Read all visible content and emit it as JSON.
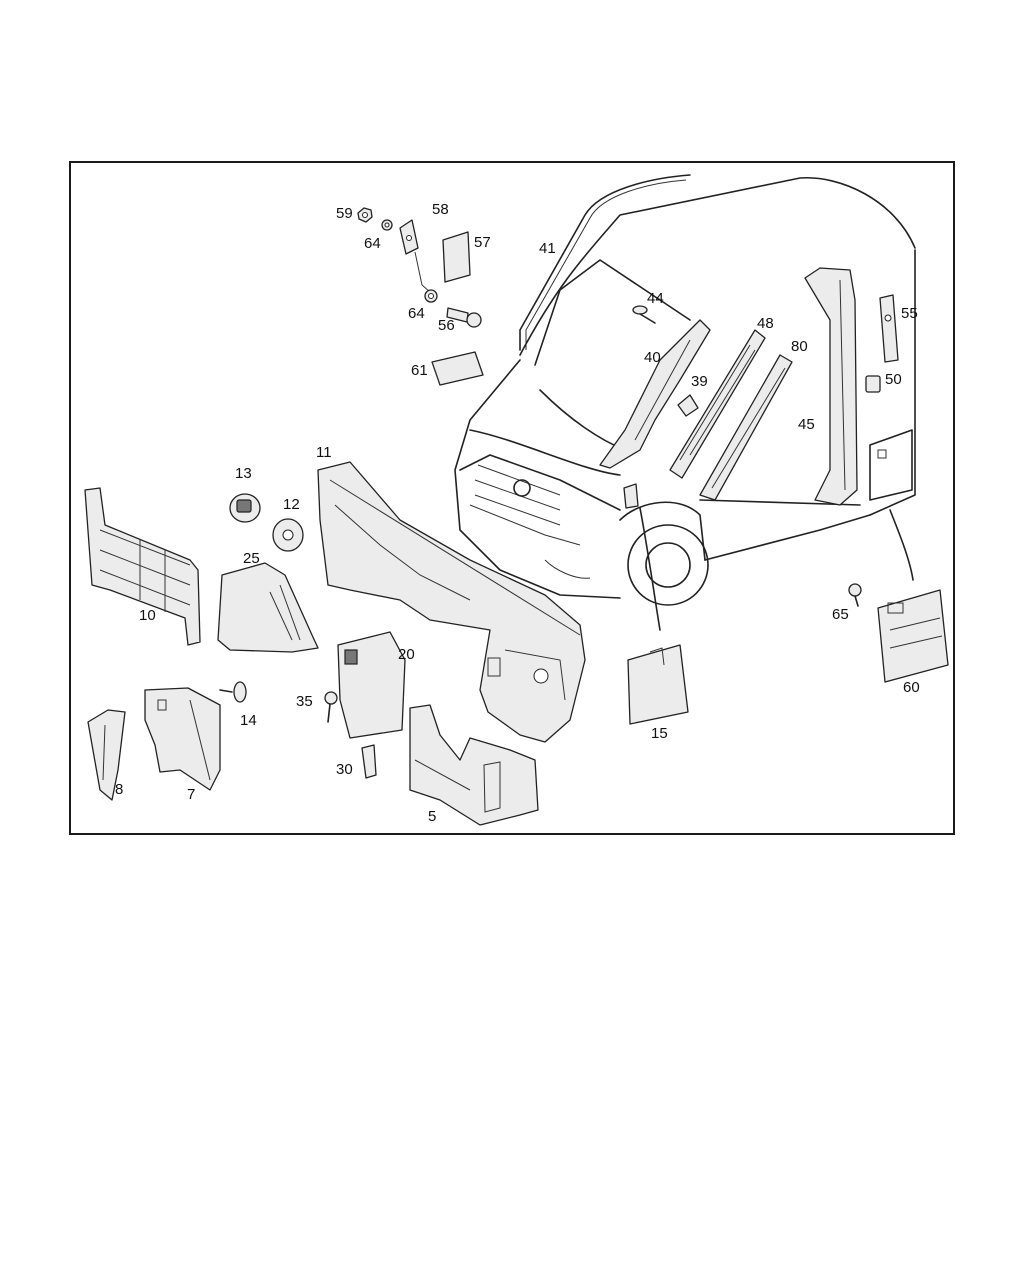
{
  "diagram": {
    "callouts": {
      "c59": "59",
      "c58": "58",
      "c64a": "64",
      "c57": "57",
      "c41": "41",
      "c64b": "64",
      "c56": "56",
      "c44": "44",
      "c61": "61",
      "c48": "48",
      "c40": "40",
      "c80": "80",
      "c39": "39",
      "c55": "55",
      "c50": "50",
      "c45": "45",
      "c11": "11",
      "c13": "13",
      "c12": "12",
      "c25": "25",
      "c10": "10",
      "c65": "65",
      "c20": "20",
      "c60": "60",
      "c35": "35",
      "c14": "14",
      "c15": "15",
      "c30": "30",
      "c8": "8",
      "c7": "7",
      "c5": "5"
    }
  }
}
